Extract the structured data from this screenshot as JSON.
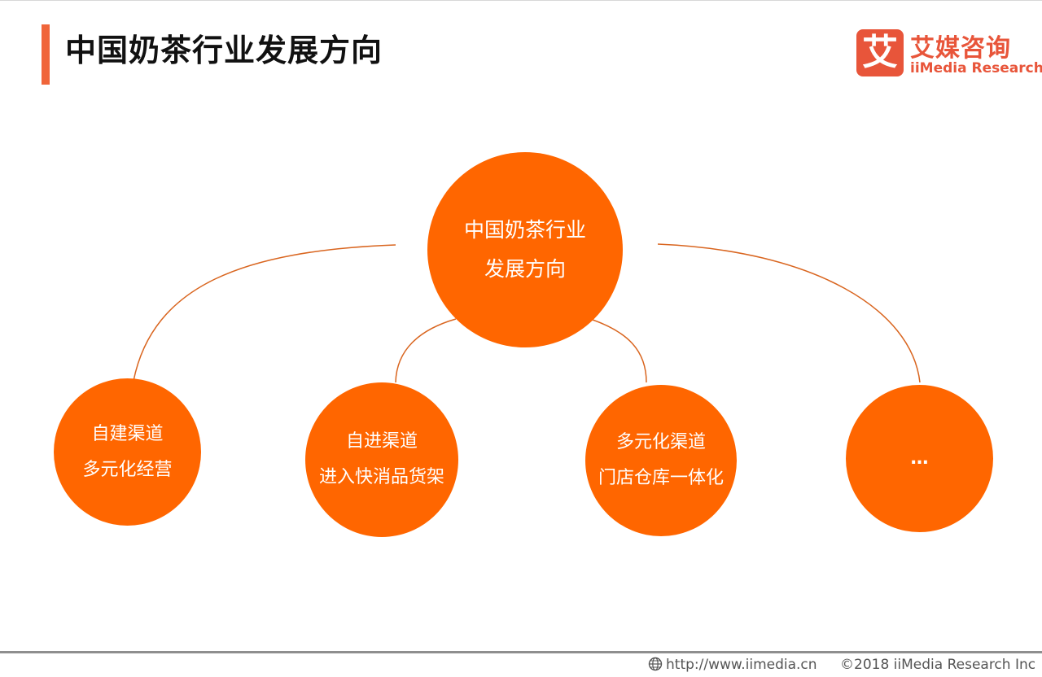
{
  "header": {
    "title": "中国奶茶行业发展方向"
  },
  "logo": {
    "mark": "艾",
    "name_cn": "艾媒咨询",
    "name_en": "iiMedia Research"
  },
  "diagram": {
    "center": {
      "lines": [
        "中国奶茶行业",
        "发展方向"
      ]
    },
    "branches": [
      {
        "lines": [
          "自建渠道",
          "多元化经营"
        ]
      },
      {
        "lines": [
          "自进渠道",
          "进入快消品货架"
        ]
      },
      {
        "lines": [
          "多元化渠道",
          "门店仓库一体化"
        ]
      },
      {
        "lines": [
          "…"
        ]
      }
    ]
  },
  "colors": {
    "accent": "#f0653a",
    "node_fill": "#ff6600",
    "connector": "#d9651f",
    "logo": "#e8553a"
  },
  "footer": {
    "url": "http://www.iimedia.cn",
    "copyright": "©2018  iiMedia Research  Inc"
  }
}
